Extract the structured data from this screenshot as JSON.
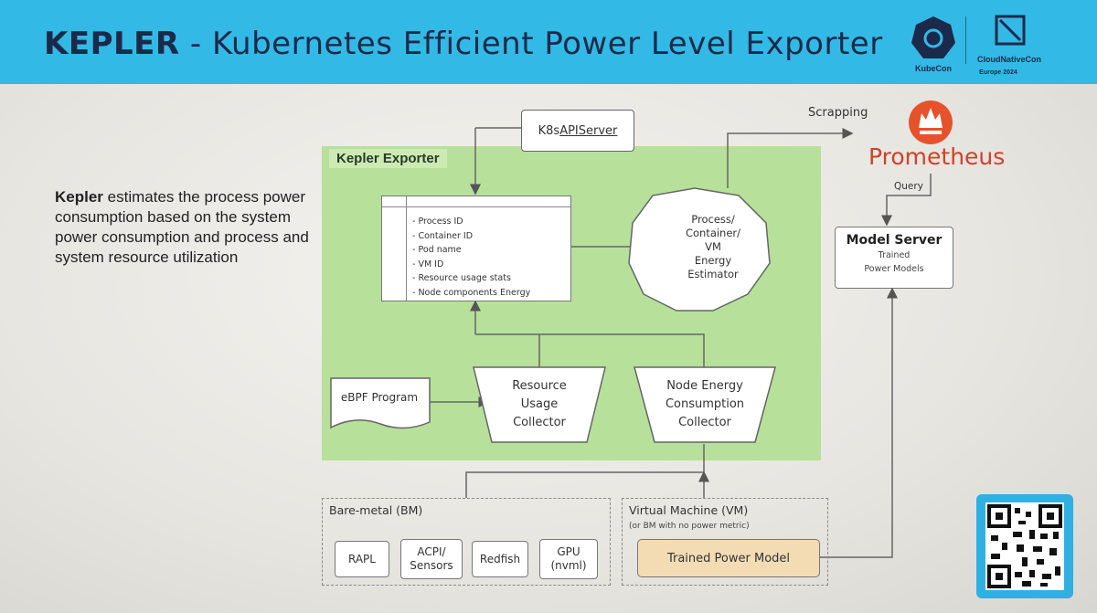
{
  "header": {
    "title_keyword": "KEPLER",
    "title_rest": " - Kubernetes Efficient Power Level Exporter",
    "logo_left_caption": "KubeCon",
    "logo_right_caption": "CloudNativeCon",
    "logo_subcaption": "Europe 2024"
  },
  "description": {
    "keyword": "Kepler",
    "text": " estimates the process power consumption based on the system power consumption and process and system resource utilization"
  },
  "diagram": {
    "api_server": {
      "prefix": "K8s ",
      "underlined": "APIServer"
    },
    "exporter_label": "Kepler Exporter",
    "table_items": [
      "- Process ID",
      "- Container ID",
      "- Pod name",
      "- VM ID",
      "- Resource usage stats",
      "- Node components Energy"
    ],
    "estimator_lines": [
      "Process/",
      "Container/",
      "VM",
      "Energy",
      "Estimator"
    ],
    "ebpf": "eBPF Program",
    "resource_collector": [
      "Resource",
      "Usage",
      "Collector"
    ],
    "node_collector": [
      "Node Energy",
      "Consumption",
      "Collector"
    ],
    "scrapping": "Scrapping",
    "prometheus": "Prometheus",
    "query": "Query",
    "model_server": {
      "title": "Model Server",
      "sub1": "Trained",
      "sub2": "Power Models"
    },
    "baremetal": {
      "label": "Bare-metal (BM)",
      "items": [
        "RAPL",
        "ACPI/\nSensors",
        "Redfish",
        "GPU\n(nvml)"
      ]
    },
    "vm": {
      "label": "Virtual Machine (VM)",
      "sub": "(or BM with no power metric)",
      "trained": "Trained Power Model"
    }
  },
  "colors": {
    "header": "#33b9e6",
    "exporter_green": "#b7e09a",
    "prometheus_red": "#d2402b",
    "trained_model": "#f3dcb4"
  }
}
